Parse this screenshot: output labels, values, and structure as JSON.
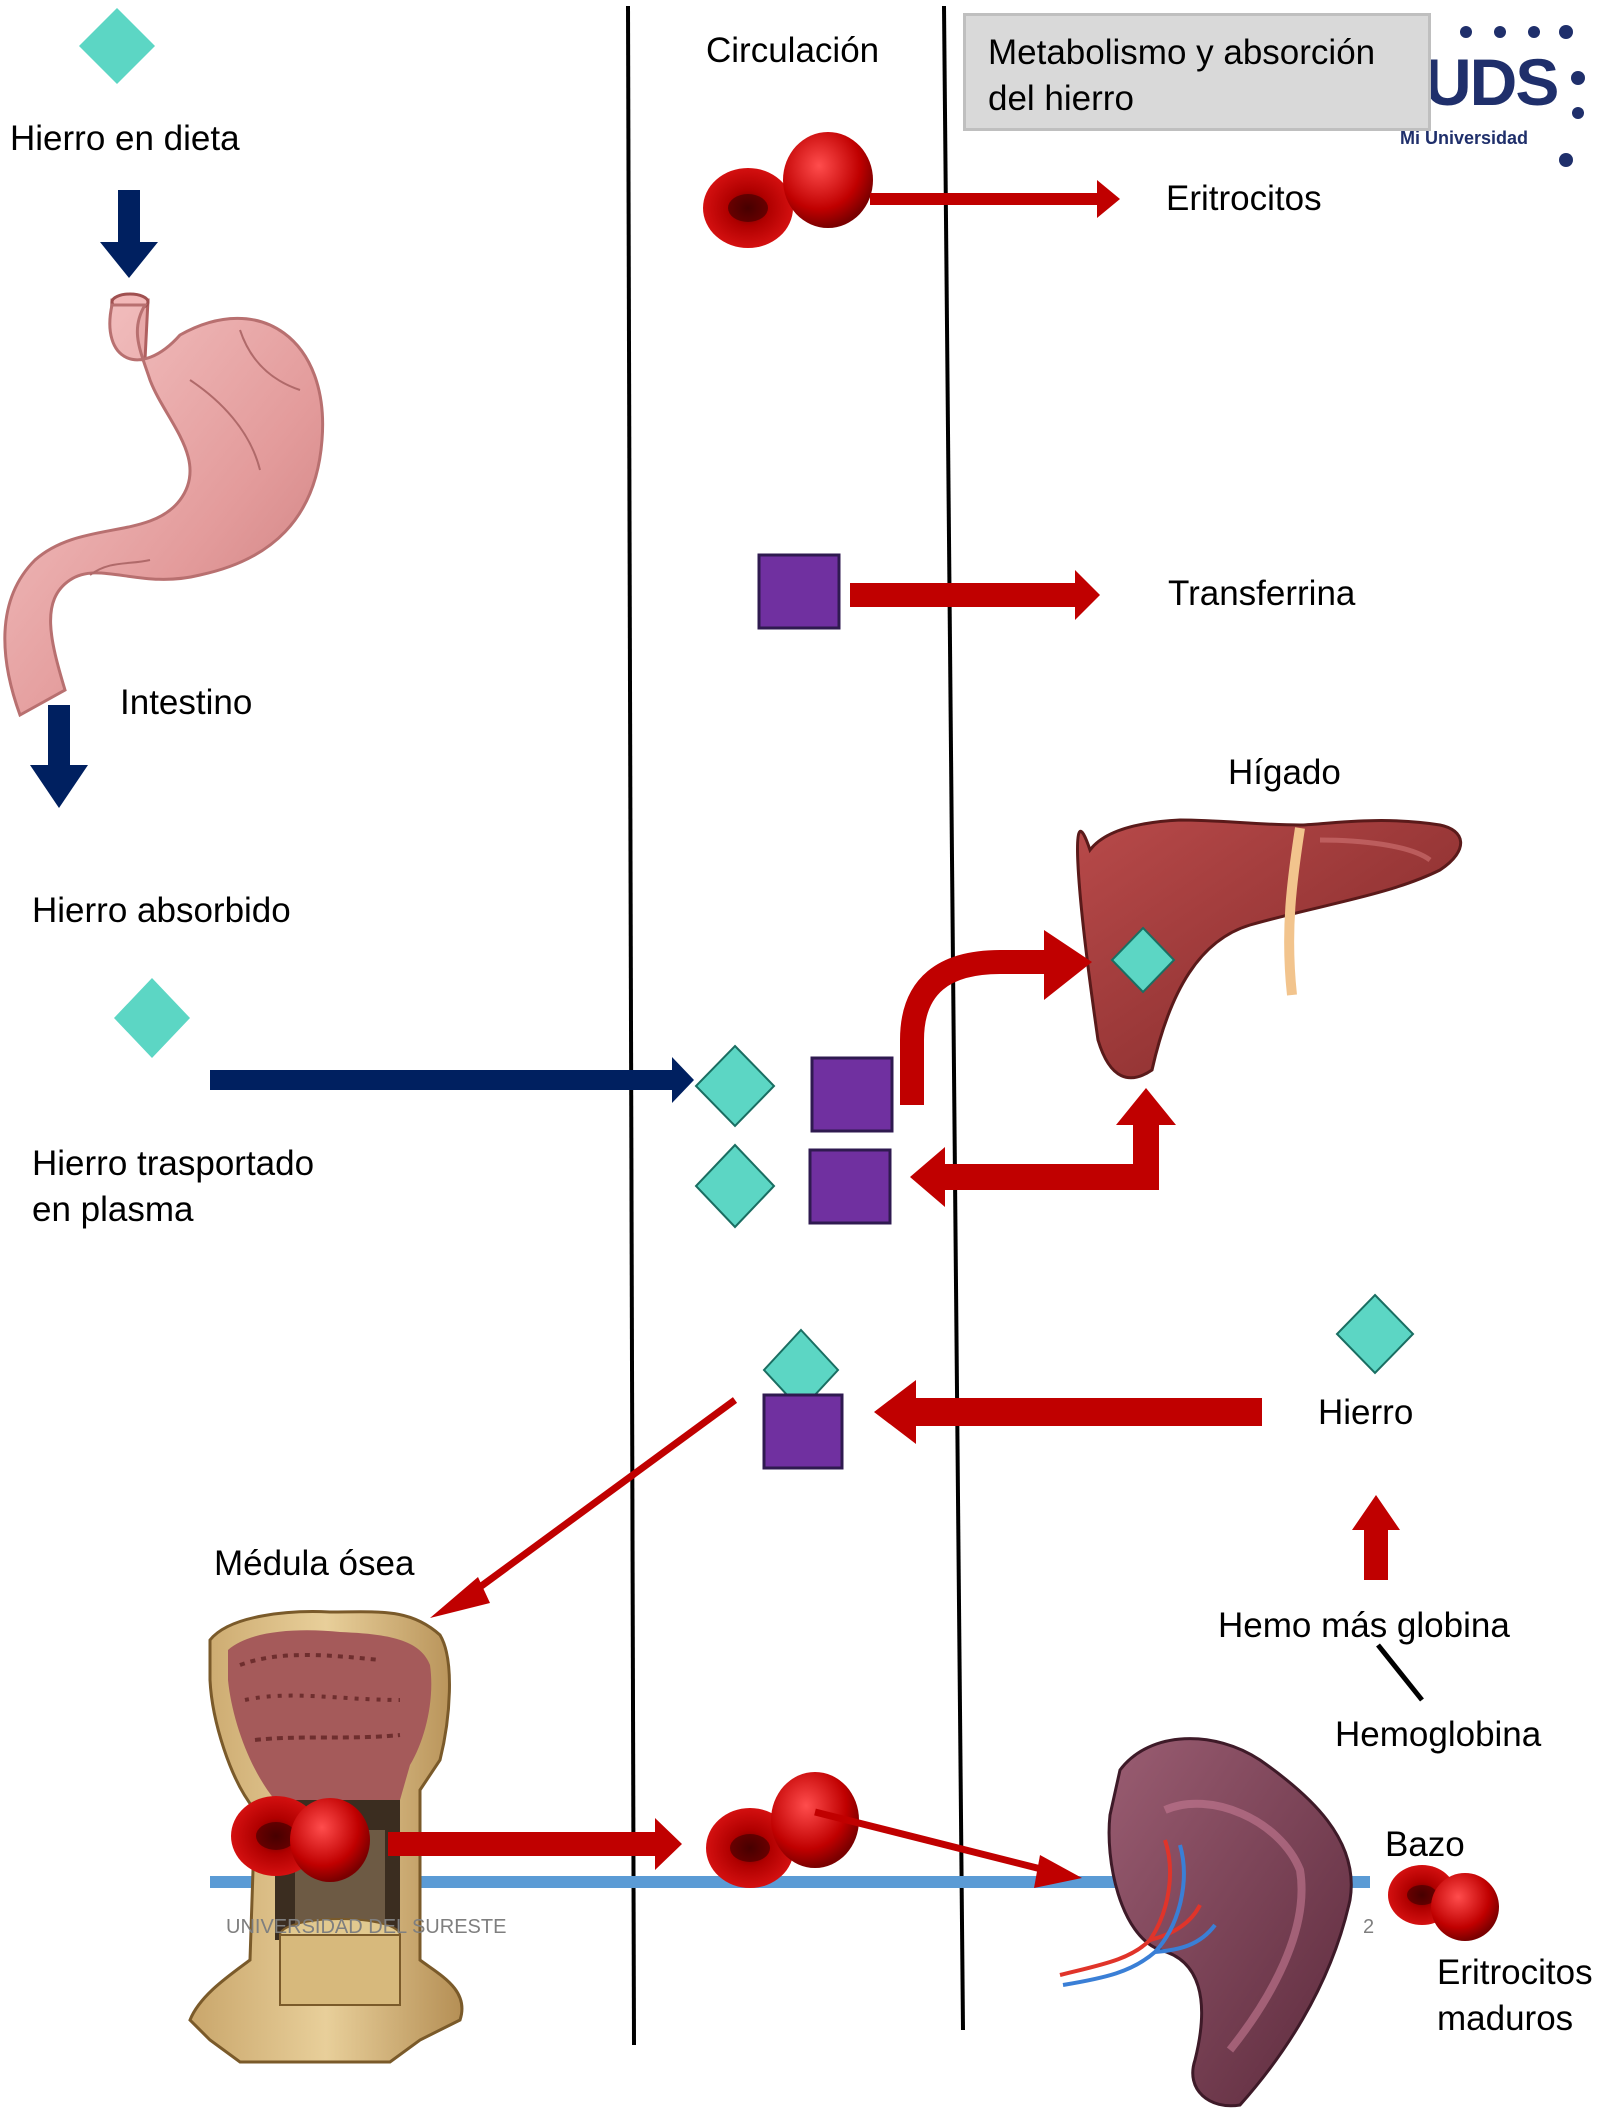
{
  "title": [
    "Metabolismo y absorción",
    "del hierro"
  ],
  "logo": {
    "text": "UDS",
    "subtitle": "Mi Universidad"
  },
  "labels": {
    "circulation": "Circulación",
    "diet_iron": "Hierro en dieta",
    "intestine": "Intestino",
    "absorbed_iron": "Hierro absorbido",
    "plasma_iron": [
      "Hierro trasportado",
      "en plasma"
    ],
    "erythrocytes": "Eritrocitos",
    "transferrin": "Transferrina",
    "liver": "Hígado",
    "iron": "Hierro",
    "heme_globin": "Hemo más globina",
    "hemoglobin": "Hemoglobina",
    "bone_marrow": "Médula ósea",
    "spleen": "Bazo",
    "mature_erythrocytes": [
      "Eritrocitos",
      "maduros"
    ]
  },
  "footer": {
    "left": "UNIVERSIDAD DEL SURESTE",
    "page": "2"
  },
  "colors": {
    "iron_diamond": "#5cd6c4",
    "transferrin_square": "#7030a0",
    "red_arrow": "#c00000",
    "navy_arrow": "#002060",
    "footer_line": "#5b9bd5"
  }
}
